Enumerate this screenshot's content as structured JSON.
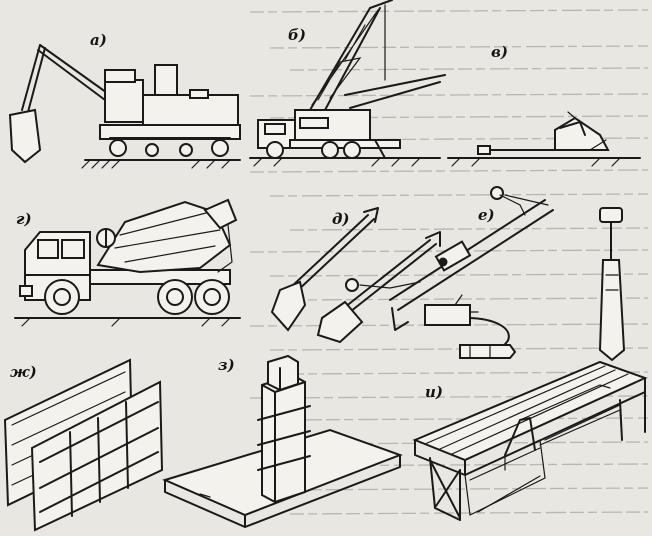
{
  "labels": {
    "a": "а)",
    "b": "б)",
    "v": "в)",
    "g": "г)",
    "d": "д)",
    "e": "е)",
    "zh": "ж)",
    "z": "з)",
    "i": "и)"
  },
  "colors": {
    "ink": "#1a1a1a",
    "paper": "#e9e7e1",
    "bleed_through_text": "#b9b6ae"
  },
  "icons": [
    "excavator",
    "truck-crane",
    "scraper",
    "concrete-mixer-truck",
    "shovels",
    "electric-vibrator",
    "rammer",
    "wall-formwork",
    "column-formwork",
    "scaffolding-platform"
  ]
}
